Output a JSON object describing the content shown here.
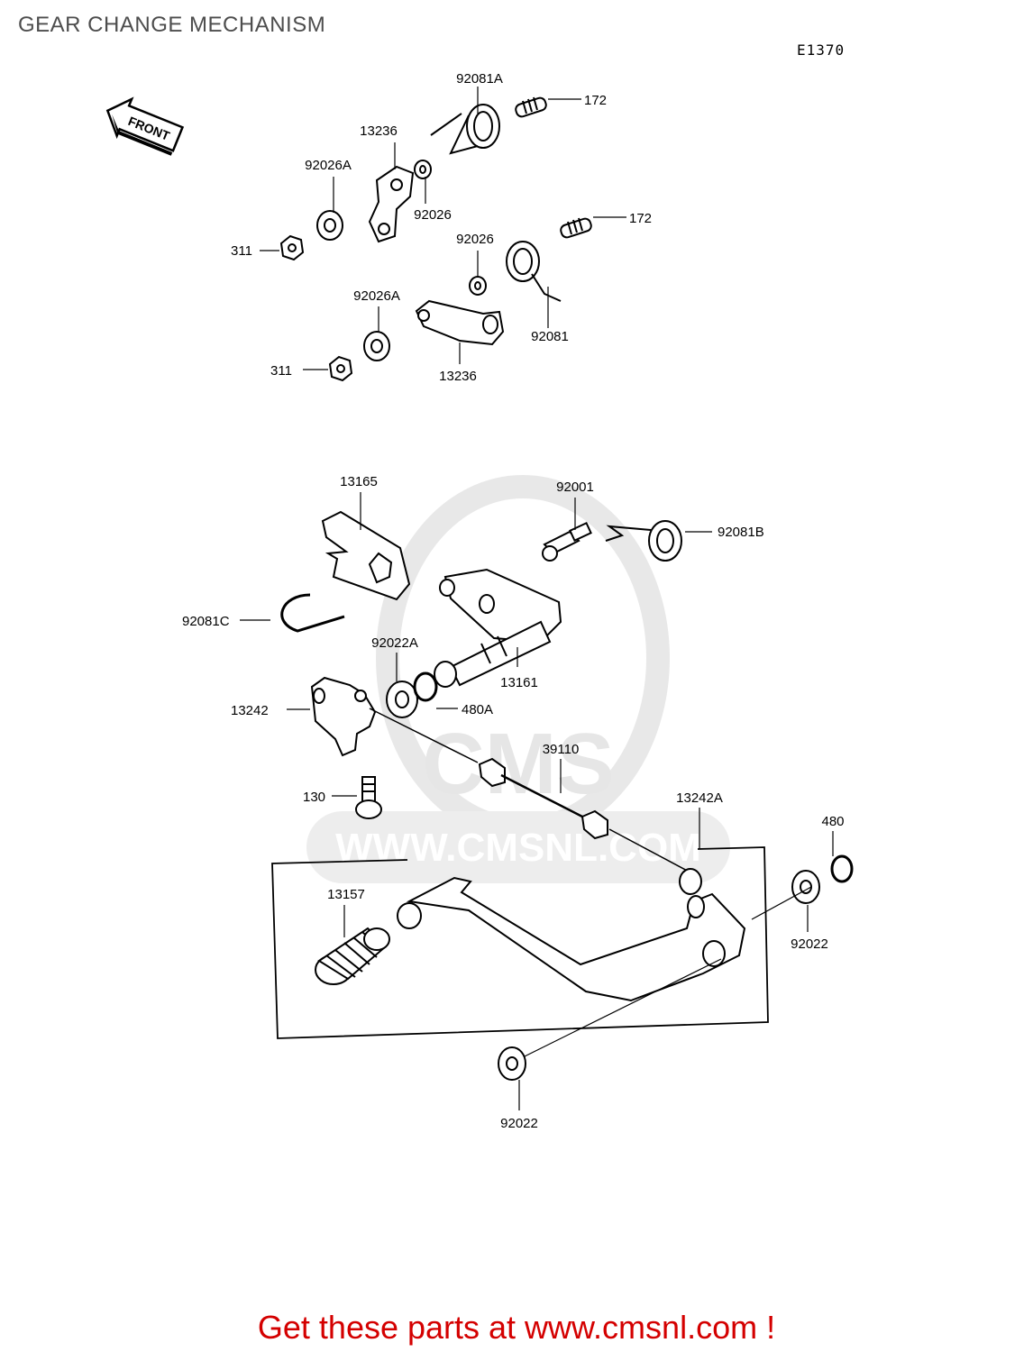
{
  "header": {
    "title": "GEAR CHANGE MECHANISM",
    "diagram_code": "E1370"
  },
  "front_arrow_label": "FRONT",
  "watermark": {
    "brand": "CMS",
    "url": "WWW.CMSNL.COM"
  },
  "parts": {
    "p92081A": "92081A",
    "p172_top": "172",
    "p13236_top": "13236",
    "p92026A_top": "92026A",
    "p92026_top": "92026",
    "p311_top": "311",
    "p172_mid": "172",
    "p92026_mid": "92026",
    "p92081": "92081",
    "p92026A_mid": "92026A",
    "p311_mid": "311",
    "p13236_mid": "13236",
    "p13165": "13165",
    "p92001": "92001",
    "p92081B": "92081B",
    "p92081C": "92081C",
    "p92022A": "92022A",
    "p13161": "13161",
    "p13242": "13242",
    "p480A": "480A",
    "p39110": "39110",
    "p130": "130",
    "p13242A": "13242A",
    "p480": "480",
    "p13157": "13157",
    "p92022_right": "92022",
    "p92022_bottom": "92022"
  },
  "footer": {
    "link_text": "Get these parts at www.cmsnl.com !",
    "link_color": "#d40000"
  }
}
